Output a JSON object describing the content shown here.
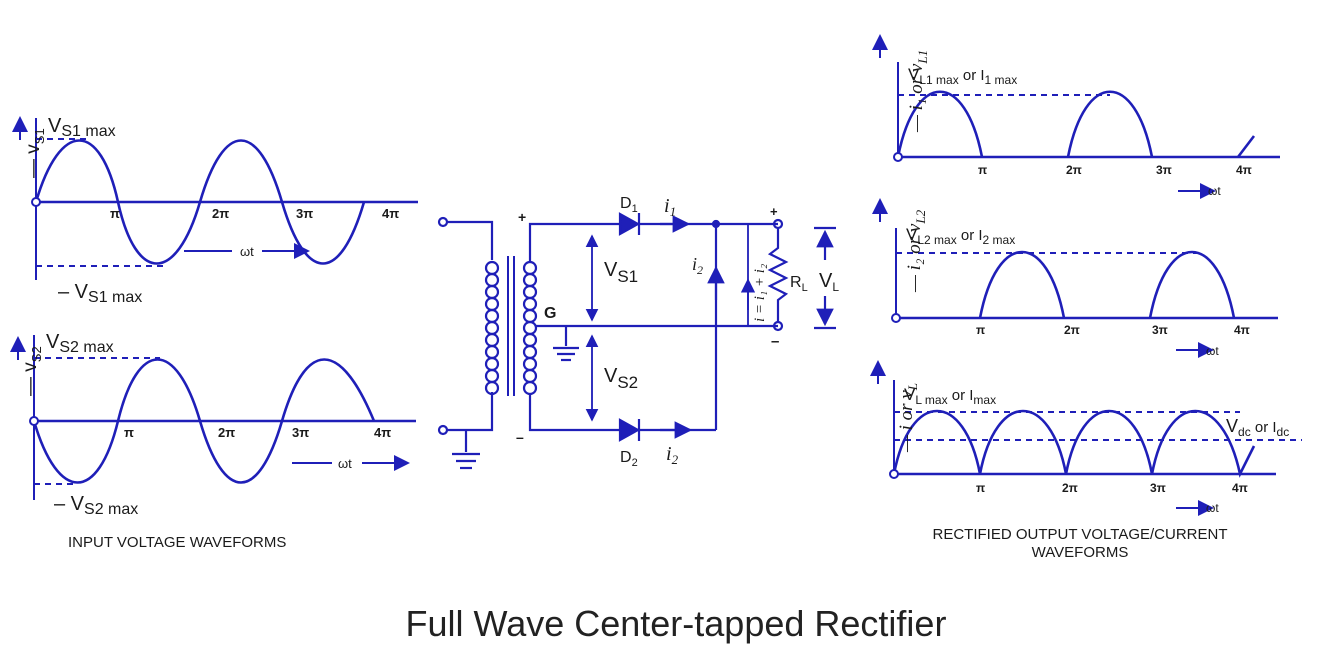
{
  "caption": "Full Wave Center-tapped Rectifier",
  "colors": {
    "wire": "#1f1fb8",
    "text": "#1a1a1a"
  },
  "input_panel": {
    "title": "INPUT VOLTAGE WAVEFORMS",
    "top": {
      "axis": "— v",
      "axis_sub": "S1",
      "max": "V",
      "max_sub": "S1 max",
      "min": "– V",
      "min_sub": "S1 max",
      "ticks": [
        "π",
        "2π",
        "3π",
        "4π"
      ],
      "time": "ωt"
    },
    "bottom": {
      "axis": "— v",
      "axis_sub": "S2",
      "max": "V",
      "max_sub": "S2 max",
      "min": "– V",
      "min_sub": "S2 max",
      "ticks": [
        "π",
        "2π",
        "3π",
        "4π"
      ],
      "time": "ωt"
    }
  },
  "circuit": {
    "d1": "D",
    "d1_sub": "1",
    "d2": "D",
    "d2_sub": "2",
    "i1": "i",
    "i1_sub": "1",
    "i2": "i",
    "i2_sub": "2",
    "i2_mid": "i",
    "i2_mid_sub": "2",
    "vs1": "V",
    "vs1_sub": "S1",
    "vs2": "V",
    "vs2_sub": "S2",
    "g": "G",
    "rl": "R",
    "rl_sub": "L",
    "vl": "V",
    "vl_sub": "L",
    "i_total": "i = i₁ + i₂",
    "plus": "+",
    "minus": "–"
  },
  "output_panel": {
    "title_line1": "RECTIFIED OUTPUT VOLTAGE/CURRENT",
    "title_line2": "WAVEFORMS",
    "top": {
      "axis": "— i₁ or v",
      "axis_sub": "L1",
      "label": "V",
      "label_sub": "L1 max",
      "label_or": " or I",
      "label_or_sub": "1 max",
      "ticks": [
        "π",
        "2π",
        "3π",
        "4π"
      ],
      "time": "ωt"
    },
    "middle": {
      "axis": "— i₂ or v",
      "axis_sub": "L2",
      "label": "V",
      "label_sub": "L2 max",
      "label_or": " or I",
      "label_or_sub": "2 max",
      "ticks": [
        "π",
        "2π",
        "3π",
        "4π"
      ],
      "time": "ωt"
    },
    "bottom": {
      "axis": "— i or v",
      "axis_sub": "L",
      "label": "V",
      "label_sub": "L max",
      "label_or": " or I",
      "label_or_sub": "max",
      "dc": "V",
      "dc_sub": "dc",
      "dc_or": " or I",
      "dc_or_sub": "dc",
      "ticks": [
        "π",
        "2π",
        "3π",
        "4π"
      ],
      "time": "ωt"
    }
  }
}
